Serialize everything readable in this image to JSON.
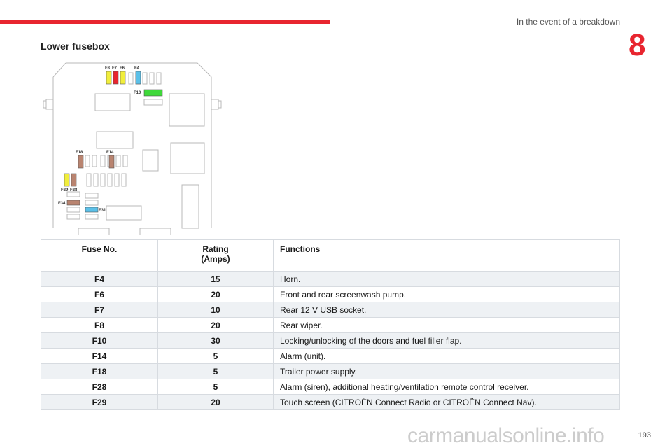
{
  "header": {
    "chapter_title": "In the event of a breakdown",
    "chapter_number": "8",
    "accent_color": "#e8252f"
  },
  "section_title": "Lower fusebox",
  "diagram": {
    "labels": {
      "F8": "F8",
      "F7": "F7",
      "F6": "F6",
      "F4": "F4",
      "F10": "F10",
      "F18": "F18",
      "F14": "F14",
      "F29": "F29",
      "F28": "F28",
      "F34": "F34",
      "F31": "F31"
    },
    "colors": {
      "yellow": "#f1ee3c",
      "red": "#e8252f",
      "blue": "#5bc0e8",
      "green": "#3fd83a",
      "brown": "#b98470"
    }
  },
  "table": {
    "headers": {
      "fuse_no": "Fuse No.",
      "rating_1": "Rating",
      "rating_2": "(Amps)",
      "functions": "Functions"
    },
    "rows": [
      {
        "fuse": "F4",
        "rating": "15",
        "function": "Horn."
      },
      {
        "fuse": "F6",
        "rating": "20",
        "function": "Front and rear screenwash pump."
      },
      {
        "fuse": "F7",
        "rating": "10",
        "function": "Rear 12 V USB socket."
      },
      {
        "fuse": "F8",
        "rating": "20",
        "function": "Rear wiper."
      },
      {
        "fuse": "F10",
        "rating": "30",
        "function": "Locking/unlocking of the doors and fuel filler flap."
      },
      {
        "fuse": "F14",
        "rating": "5",
        "function": "Alarm (unit)."
      },
      {
        "fuse": "F18",
        "rating": "5",
        "function": "Trailer power supply."
      },
      {
        "fuse": "F28",
        "rating": "5",
        "function": "Alarm (siren), additional heating/ventilation remote control receiver."
      },
      {
        "fuse": "F29",
        "rating": "20",
        "function": "Touch screen (CITROËN Connect Radio or CITROËN Connect Nav)."
      }
    ]
  },
  "page_number": "193",
  "watermark": "carmanualsonline.info"
}
